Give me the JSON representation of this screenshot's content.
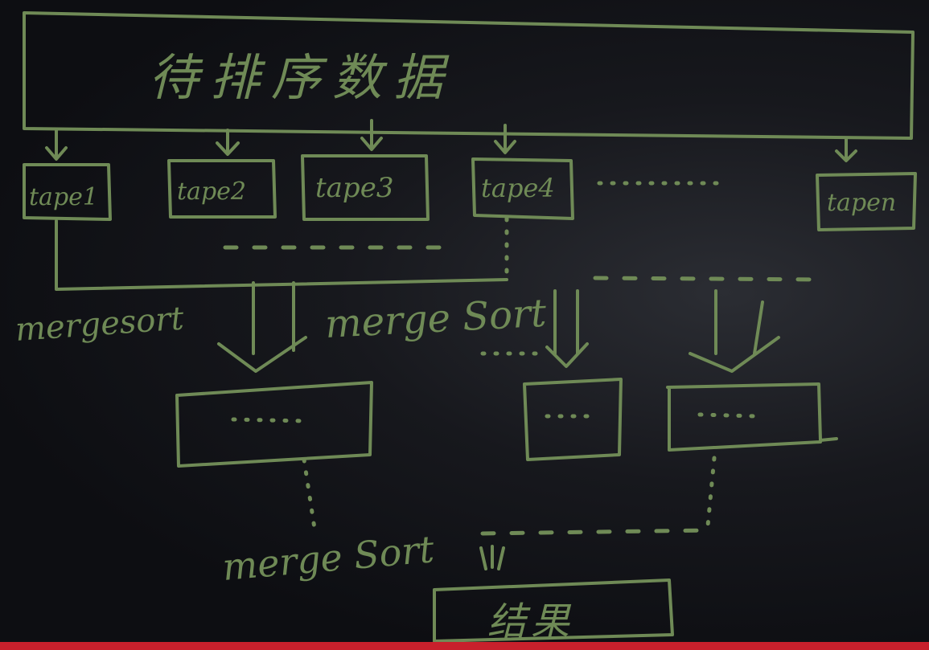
{
  "header": {
    "title": "待排序数据"
  },
  "tapes": [
    "tape1",
    "tape2",
    "tape3",
    "tape4",
    "tapen"
  ],
  "merge_labels": {
    "left": "mergesort",
    "middle": "merge Sort",
    "bottom": "merge Sort"
  },
  "result": {
    "label": "结果"
  },
  "colors": {
    "chalk": "#6f8a56",
    "board": "#0d0e12",
    "edge": "#c8202c"
  }
}
